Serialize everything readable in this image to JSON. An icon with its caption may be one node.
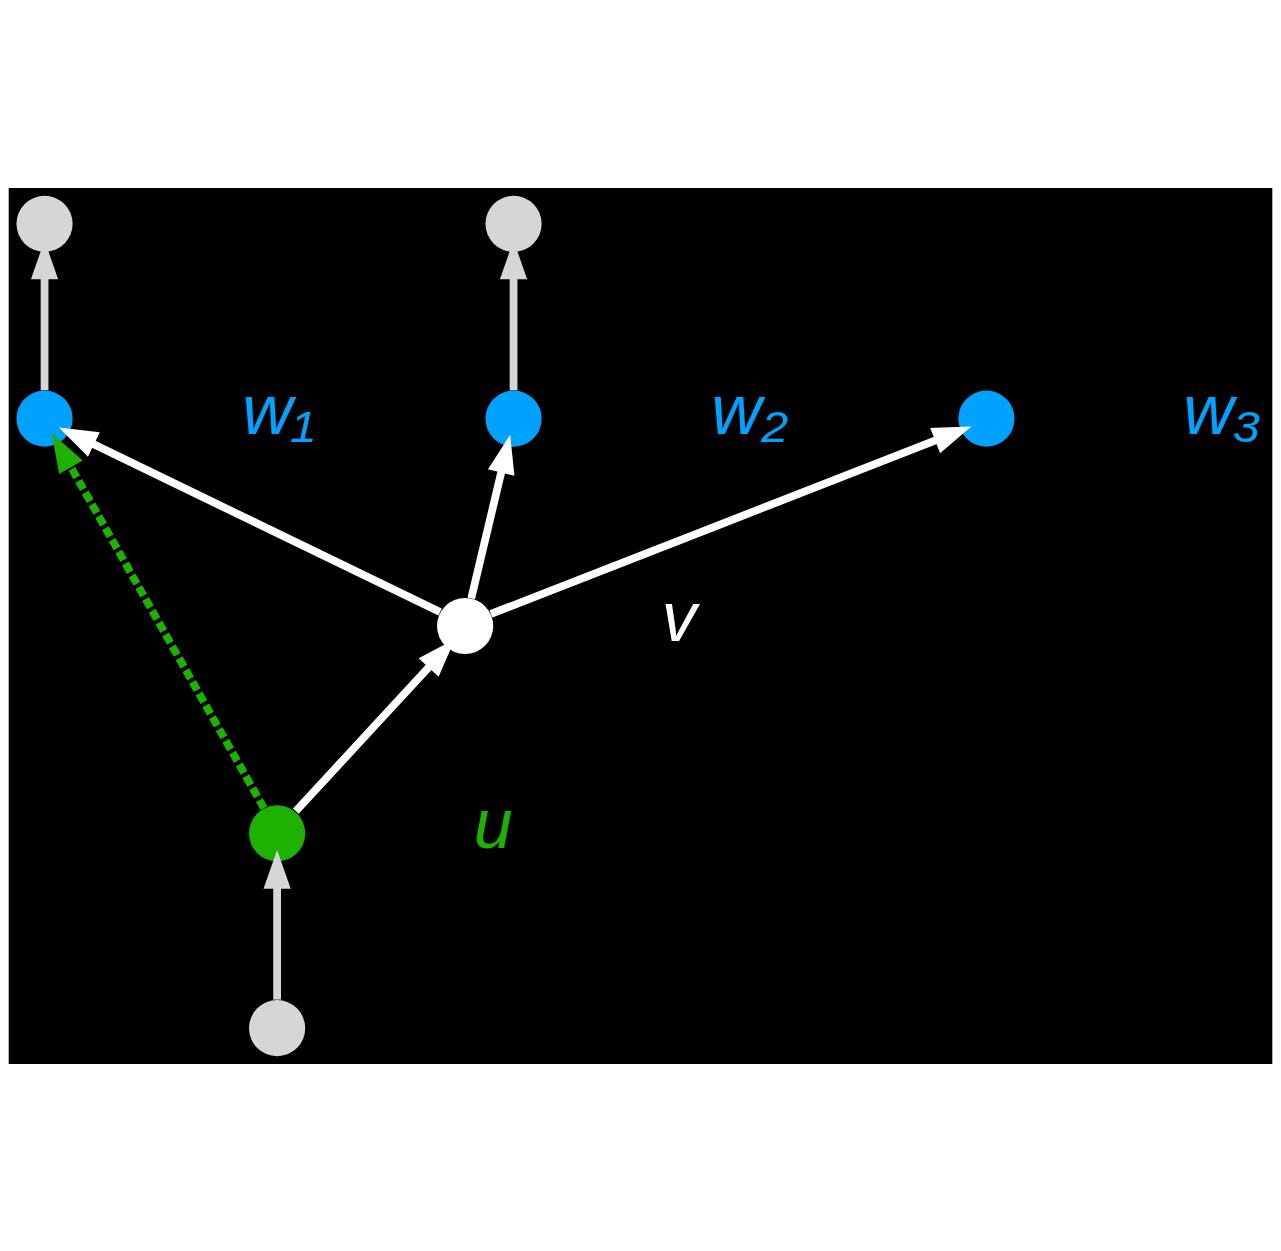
{
  "diagram": {
    "nodes": [
      {
        "text": [],
        "shape": "circle"
      },
      {
        "text": [],
        "shape": "circle",
        "beside": [
          "w₂"
        ]
      },
      {
        "text": [],
        "shape": "circle"
      },
      {
        "text": [],
        "shape": "circle",
        "beside": [
          "w₁"
        ]
      },
      {
        "text": [],
        "shape": "circle",
        "beside": [
          "v"
        ]
      },
      {
        "text": [],
        "shape": "circle",
        "beside": [
          "u"
        ]
      },
      {
        "text": [],
        "shape": "circle"
      },
      {
        "text": [],
        "shape": "circle",
        "beside": [
          "w₃"
        ]
      }
    ],
    "edges": [
      {
        "from": 1,
        "to": 0,
        "arrow": "to",
        "color": "#d6d6d6"
      },
      {
        "from": 3,
        "to": 2,
        "arrow": "to",
        "color": "#d6d6d6"
      },
      {
        "from": 5,
        "to": 3,
        "arrow": "to",
        "style": "dashed",
        "color": "#1db100"
      },
      {
        "from": 5,
        "to": 4,
        "arrow": "to"
      },
      {
        "from": 4,
        "to": 3,
        "arrow": "to"
      },
      {
        "from": 4,
        "to": 1,
        "arrow": "to"
      },
      {
        "from": 4,
        "to": 7,
        "arrow": "to"
      },
      {
        "from": 6,
        "to": 5,
        "arrow": "to",
        "color": "#d6d6d6"
      }
    ]
  }
}
